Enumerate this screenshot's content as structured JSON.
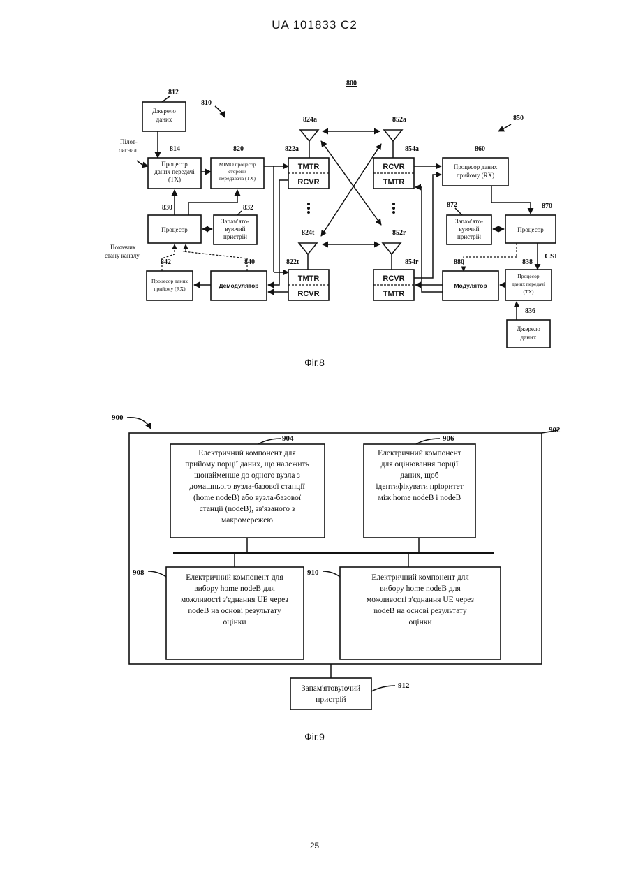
{
  "header": {
    "patent": "UA   101833   C2"
  },
  "fig8": {
    "caption": "Фіг.8",
    "ref_main": "800",
    "ref_tx_system": "810",
    "ref_rx_system": "850",
    "data_source_tx": {
      "ref": "812",
      "lines": [
        "Джерело",
        "даних"
      ]
    },
    "pilot_signal": [
      "Пілот-",
      "сигнал"
    ],
    "tx_data_processor": {
      "ref": "814",
      "lines": [
        "Процесор",
        "даних передачі",
        "(TX)"
      ]
    },
    "mimo_processor": {
      "ref": "820",
      "lines": [
        "MIMO процесор",
        "сторони",
        "передавача (TX)"
      ]
    },
    "processor_tx": {
      "ref": "830",
      "label": "Процесор"
    },
    "memory_tx": {
      "ref": "832",
      "lines": [
        "Запам'ято-",
        "вуючий",
        "пристрій"
      ]
    },
    "channel_state": [
      "Показчик",
      "стану каналу"
    ],
    "rx_data_processor_tx": {
      "ref": "842",
      "lines": [
        "Процесор даних",
        "прийому (RX)"
      ]
    },
    "demodulator": {
      "ref": "840",
      "label": "Демодулятор"
    },
    "transceiver_a": {
      "ref": "822a",
      "top": "TMTR",
      "bottom": "RCVR"
    },
    "transceiver_t": {
      "ref": "822t",
      "top": "TMTR",
      "bottom": "RCVR"
    },
    "antenna_824a": "824a",
    "antenna_824t": "824t",
    "antenna_852a": "852a",
    "antenna_852r": "852r",
    "receiver_a": {
      "ref": "854a",
      "top": "RCVR",
      "bottom": "TMTR"
    },
    "receiver_r": {
      "ref": "854r",
      "top": "RCVR",
      "bottom": "TMTR"
    },
    "rx_data_processor_rx": {
      "ref": "860",
      "lines": [
        "Процесор даних",
        "прийому (RX)"
      ]
    },
    "memory_rx": {
      "ref": "872",
      "lines": [
        "Запам'ято-",
        "вуючий",
        "пристрій"
      ]
    },
    "processor_rx": {
      "ref": "870",
      "label": "Процесор"
    },
    "csi": "CSI",
    "modulator": {
      "ref": "880",
      "label": "Модулятор"
    },
    "tx_data_processor_rx": {
      "ref": "838",
      "lines": [
        "Процесор",
        "даних передачі",
        "(TX)"
      ]
    },
    "data_source_rx": {
      "ref": "836",
      "lines": [
        "Джерело",
        "даних"
      ]
    }
  },
  "fig9": {
    "caption": "Фіг.9",
    "ref_main": "900",
    "ref_system": "902",
    "comp_904": {
      "ref": "904",
      "lines": [
        "Електричний компонент для",
        "прийому порції даних, що належить",
        "щонайменше до одного вузла з",
        "домашнього вузла-базової станції",
        "(home nodeB) або вузла-базової",
        "станції (nodeB), зв'язаного з",
        "макромережею"
      ]
    },
    "comp_906": {
      "ref": "906",
      "lines": [
        "Електричний компонент",
        "для оцінювання порції",
        "даних, щоб",
        "ідентифікувати пріоритет",
        "між home nodeB і nodeB"
      ]
    },
    "comp_908": {
      "ref": "908",
      "lines": [
        "Електричний компонент для",
        "вибору home nodeB для",
        "можливості з'єднання UE через",
        "nodeB на основі результату",
        "оцінки"
      ]
    },
    "comp_910": {
      "ref": "910",
      "lines": [
        "Електричний компонент для",
        "вибору home nodeB для",
        "можливості з'єднання UE через",
        "nodeB на основі результату",
        "оцінки"
      ]
    },
    "memory": {
      "ref": "912",
      "lines": [
        "Запам'ятовуючий",
        "пристрій"
      ]
    }
  },
  "page_number": "25"
}
